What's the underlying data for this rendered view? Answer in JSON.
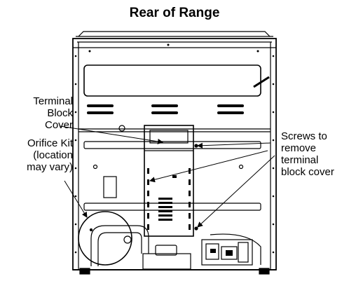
{
  "title": "Rear of Range",
  "callouts": {
    "terminal_block_cover": [
      "Terminal",
      "Block",
      "Cover"
    ],
    "orifice_kit": [
      "Orifice Kit",
      "(location",
      "may vary)"
    ],
    "screws": [
      "Screws to",
      "remove",
      "terminal",
      "block cover"
    ]
  }
}
